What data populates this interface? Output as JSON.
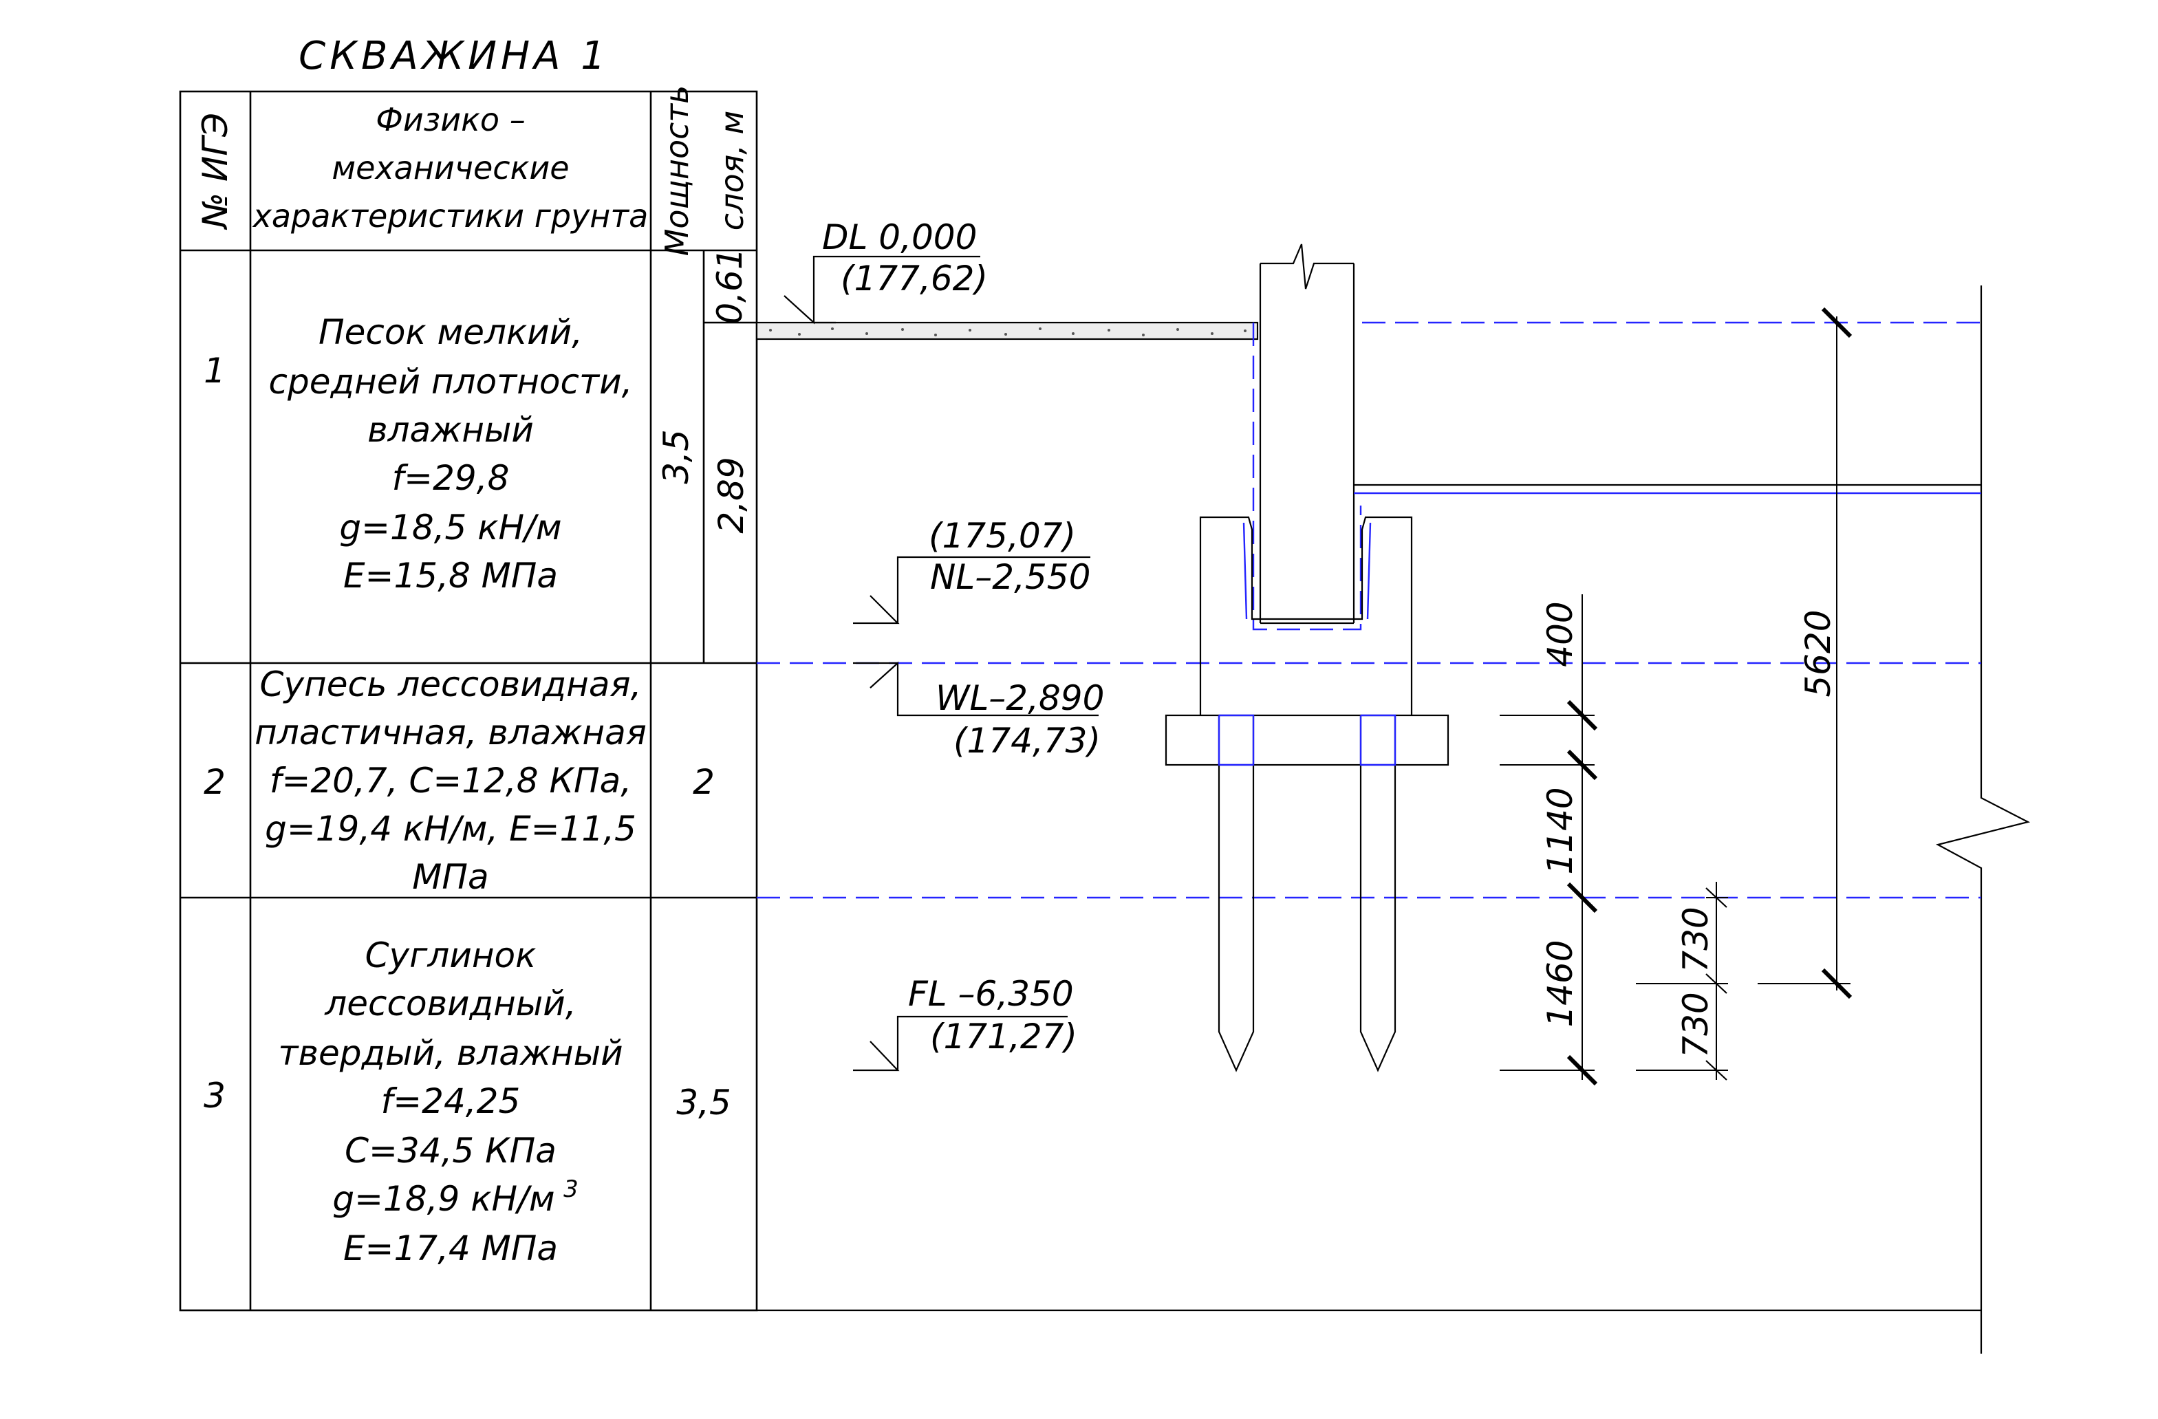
{
  "title": "СКВАЖИНА 1",
  "table": {
    "headers": {
      "col1": "№ ИГЭ",
      "col2": [
        "Физико –",
        "механические",
        "характеристики грунта"
      ],
      "col3": [
        "Мощность",
        "слоя, м"
      ]
    },
    "rows": [
      {
        "number": "1",
        "lines": [
          "Песок мелкий,",
          "средней плотности,",
          "влажный",
          "f=29,8",
          "g=18,5  кН/м",
          "E=15,8  МПа"
        ],
        "thickness": "3,5",
        "sub_thickness": [
          "0,61",
          "2,89"
        ]
      },
      {
        "number": "2",
        "lines": [
          "Супесь лессовидная,",
          "пластичная, влажная",
          "f=20,7, C=12,8  КПа,",
          "g=19,4  кН/м, E=11,5",
          "МПа"
        ],
        "thickness": "2"
      },
      {
        "number": "3",
        "lines": [
          "Суглинок",
          "лессовидный,",
          "твердый, влажный",
          "f=24,25",
          "C=34,5  КПа",
          "g=18,9  кН/м",
          "E=17,4  МПа"
        ],
        "superscript": "3",
        "thickness": "3,5"
      }
    ]
  },
  "marks": {
    "dl": {
      "label": "DL  0,000",
      "abs": "(177,62)"
    },
    "nl": {
      "abs": "(175,07)",
      "label": "NL–2,550"
    },
    "wl": {
      "label": "WL–2,890",
      "abs": "(174,73)"
    },
    "fl": {
      "label": "FL –6,350",
      "abs": "(171,27)"
    }
  },
  "dimensions": {
    "overall": "5620",
    "d400": "400",
    "d1140": "1140",
    "d1460": "1460",
    "d730_top": "730",
    "d730_bottom": "730"
  },
  "colors": {
    "lines": "#000000",
    "layer_boundaries": "#2424ff"
  }
}
